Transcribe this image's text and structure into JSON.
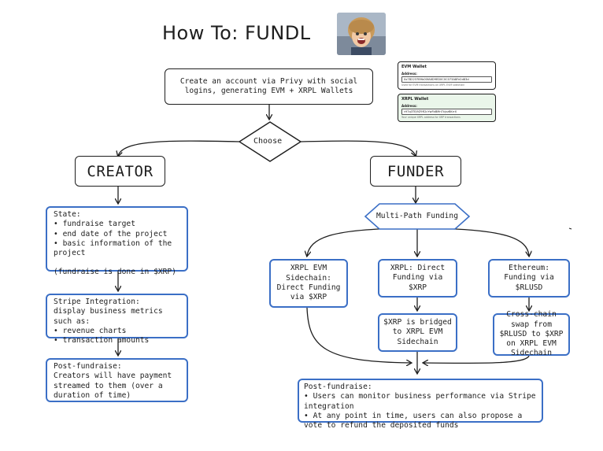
{
  "title": "How To: FUNDL",
  "photo_icon": "smiling-child-photo",
  "create_account": "Create an account via Privy with social logins, generating EVM + XRPL Wallets",
  "choose": "Choose",
  "creator": {
    "heading": "CREATOR",
    "state_title": "State:",
    "state_items": [
      "fundraise target",
      "end date of the project",
      "basic information of the project"
    ],
    "state_note": "(fundraise is done in $XRP)",
    "stripe_title": "Stripe Integration:",
    "stripe_subtitle": "display business metrics such as:",
    "stripe_items": [
      "revenue charts",
      "transaction amounts"
    ],
    "post_title": "Post-fundraise:",
    "post_text": "Creators will have payment streamed to them (over a duration of time)"
  },
  "funder": {
    "heading": "FUNDER",
    "multi_path": "Multi-Path Funding",
    "path1": "XRPL EVM Sidechain: Direct Funding via $XRP",
    "path2": "XRPL: Direct Funding via $XRP",
    "path3": "Ethereum: Funding via $RLUSD",
    "path2_bridge": "$XRP is bridged to XRPL EVM Sidechain",
    "path3_swap": "Cross-chain swap from $RLUSD to $XRP on XRPL EVM Sidechain",
    "post_title": "Post-fundraise:",
    "post_items": [
      "Users can monitor business performance via Stripe integration",
      "At any point in time, users can also propose a vote to refund the deposited funds"
    ]
  },
  "evm_wallet": {
    "title": "EVM Wallet",
    "address_label": "Address:",
    "address": "0x7B2237B9b00fA6D9ED0C0C073A8Fe2d83d",
    "hint": "Used for EVM transactions on XRPL EVM sidechain"
  },
  "xrpl_wallet": {
    "title": "XRPL Wallet",
    "address_label": "Address:",
    "address": "rH7q3TEJ9Z9R2cYwFbBMnTkjvzBKrrX",
    "hint": "Your unique XRPL address for XRP transactions"
  },
  "colors": {
    "stroke": "#1e1e1e",
    "accent_blue": "#3b6fc6",
    "xrpl_wallet_bg": "#eaf6ea"
  }
}
